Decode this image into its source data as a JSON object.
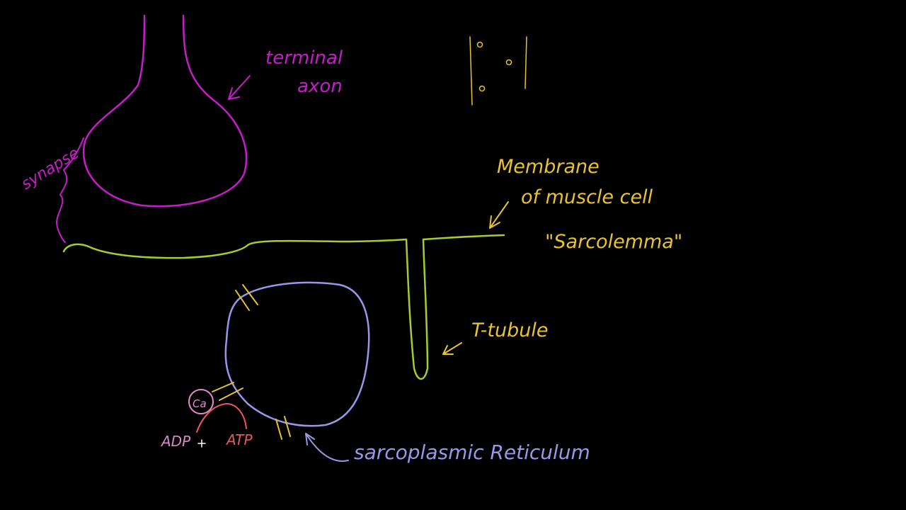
{
  "colors": {
    "background": "#000000",
    "neuron": "#c81ccb",
    "membrane": "#a8cc2a",
    "reticulum": "#9a97e8",
    "yellow_label": "#e8c42a",
    "calcium": "#e88ad0",
    "adp": "#d88ac8",
    "atp": "#e8585a",
    "ion_channel": "#e8c42a"
  },
  "labels": {
    "terminal_axon_line1": "terminal",
    "terminal_axon_line2": "axon",
    "synapse": "synapse",
    "membrane_line1": "Membrane",
    "membrane_line2": "of muscle cell",
    "sarcolemma": "\"Sarcolemma\"",
    "t_tubule": "T-tubule",
    "sarcoplasmic_reticulum": "sarcoplasmic Reticulum",
    "calcium": "Ca",
    "adp": "ADP",
    "atp": "ATP"
  },
  "icons": {
    "cursor": "crosshair-cursor-icon"
  }
}
